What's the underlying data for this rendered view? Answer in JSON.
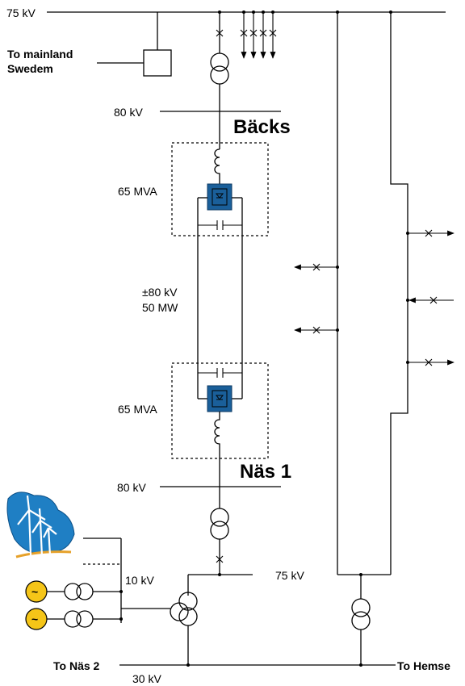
{
  "labels": {
    "bus_75kv_top": "75 kV",
    "to_mainland": "To mainland",
    "swedem": "Swedem",
    "bus_80kv_top": "80 kV",
    "backs": "Bäcks",
    "mva_top": "65 MVA",
    "dc_voltage": "±80 kV",
    "dc_power": "50 MW",
    "mva_bottom": "65 MVA",
    "nas1": "Näs 1",
    "bus_80kv_bottom": "80 kV",
    "bus_10kv": "10 kV",
    "bus_75kv_bottom": "75 kV",
    "to_nas2": "To Näs 2",
    "to_hemse": "To Hemse",
    "bus_30kv": "30 kV"
  },
  "colors": {
    "converter_fill": "#1a5f9a",
    "generator_fill": "#f5c518",
    "cloud_fill": "#1f7fc4",
    "line": "#000000"
  },
  "icons": [
    "wind-farm-icon",
    "generator-icon",
    "transformer-icon",
    "converter-valve-icon",
    "breaker-x-icon",
    "arrow-icon"
  ]
}
